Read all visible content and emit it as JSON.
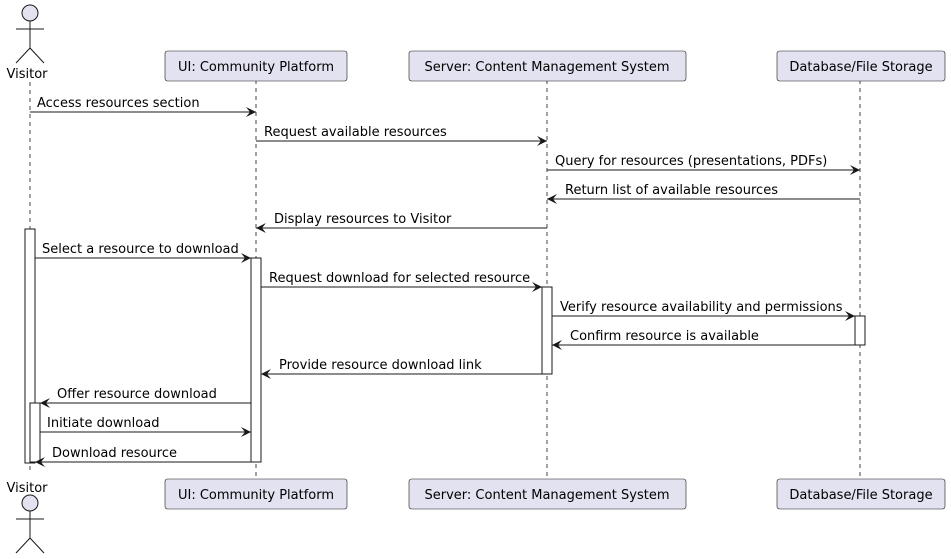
{
  "participants": [
    {
      "id": "visitor",
      "label": "Visitor",
      "kind": "actor"
    },
    {
      "id": "ui",
      "label": "UI: Community Platform",
      "kind": "box"
    },
    {
      "id": "server",
      "label": "Server: Content Management System",
      "kind": "box"
    },
    {
      "id": "db",
      "label": "Database/File Storage",
      "kind": "box"
    }
  ],
  "messages": [
    {
      "from": "visitor",
      "to": "ui",
      "label": "Access resources section"
    },
    {
      "from": "ui",
      "to": "server",
      "label": "Request available resources"
    },
    {
      "from": "server",
      "to": "db",
      "label": "Query for resources (presentations, PDFs)"
    },
    {
      "from": "db",
      "to": "server",
      "label": "Return list of available resources"
    },
    {
      "from": "server",
      "to": "ui",
      "label": "Display resources to Visitor"
    },
    {
      "from": "visitor",
      "to": "ui",
      "label": "Select a resource to download"
    },
    {
      "from": "ui",
      "to": "server",
      "label": "Request download for selected resource"
    },
    {
      "from": "server",
      "to": "db",
      "label": "Verify resource availability and permissions"
    },
    {
      "from": "db",
      "to": "server",
      "label": "Confirm resource is available"
    },
    {
      "from": "server",
      "to": "ui",
      "label": "Provide resource download link"
    },
    {
      "from": "ui",
      "to": "visitor",
      "label": "Offer resource download"
    },
    {
      "from": "visitor",
      "to": "ui",
      "label": "Initiate download"
    },
    {
      "from": "ui",
      "to": "visitor",
      "label": "Download resource"
    }
  ],
  "colors": {
    "box_fill": "#E2E2F0",
    "box_stroke": "#181818",
    "lifeline": "#181818",
    "activation_fill": "#ffffff",
    "arrow": "#181818",
    "text": "#000000"
  }
}
